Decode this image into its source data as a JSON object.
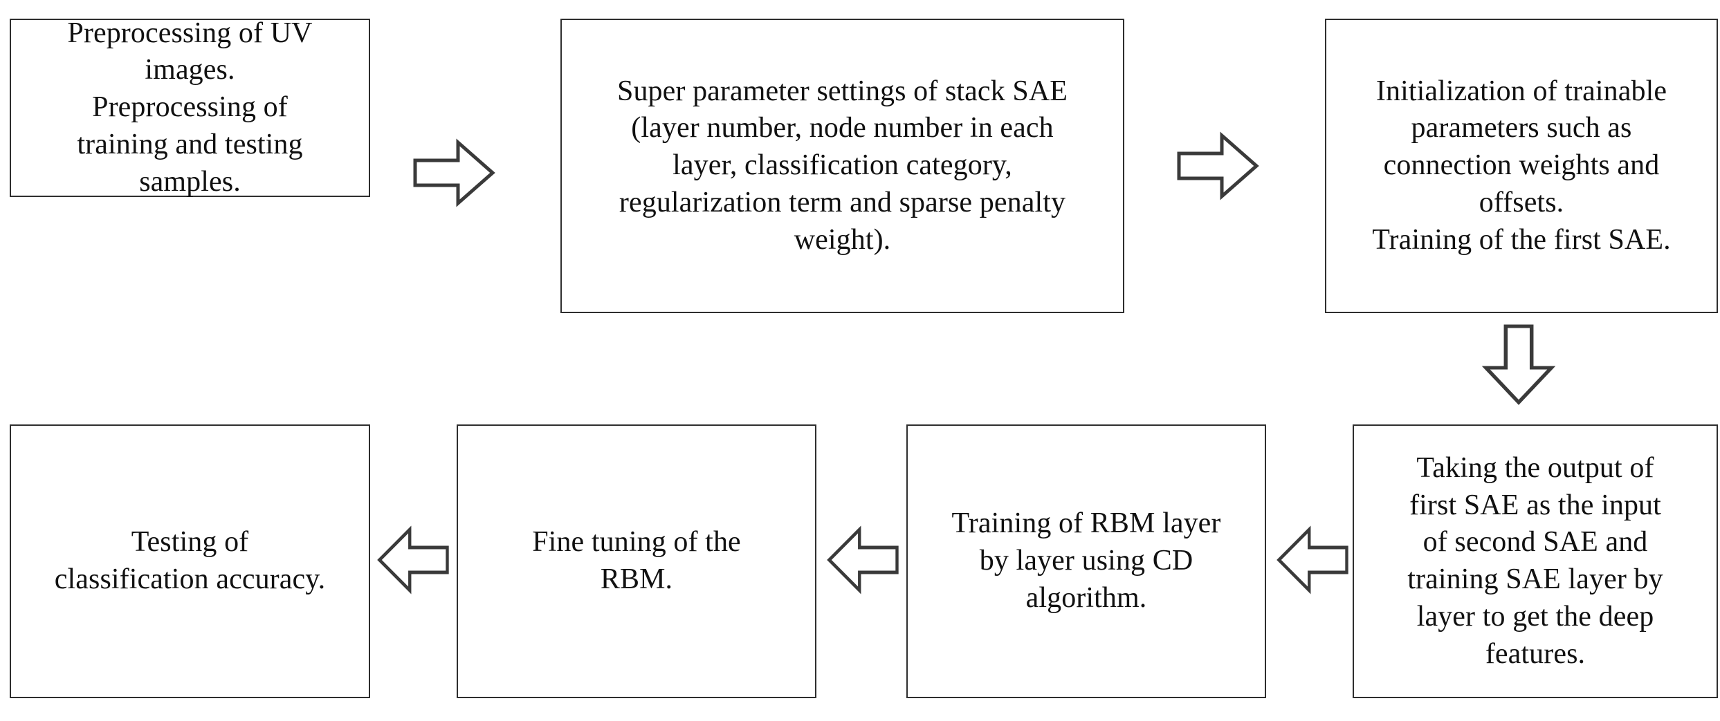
{
  "diagram": {
    "title": "Flowchart of stacked SAE and RBM deep learning procedure",
    "type": "process-flowchart",
    "background_color": "#ffffff",
    "box_border_color": "#2e2e2e",
    "arrow_stroke_color": "#3a3a3a",
    "arrow_fill_color": "#ffffff",
    "text_color": "#111111",
    "nodes": [
      {
        "id": "node-1",
        "order": 1,
        "name": "preprocessing",
        "text": "Preprocessing of UV\nimages.\nPreprocessing of\ntraining and testing\nsamples."
      },
      {
        "id": "node-2",
        "order": 2,
        "name": "super-parameter-settings",
        "text": "Super parameter settings of stack SAE\n(layer number, node number in each\nlayer, classification category,\nregularization term and sparse penalty\nweight)."
      },
      {
        "id": "node-3",
        "order": 3,
        "name": "initialization",
        "text": "Initialization of trainable\nparameters such as\nconnection weights and\noffsets.\nTraining of the first SAE."
      },
      {
        "id": "node-4",
        "order": 4,
        "name": "second-sae-training",
        "text": "Taking the output of\nfirst SAE as the input\nof second SAE and\ntraining SAE layer by\nlayer to get the deep\nfeatures."
      },
      {
        "id": "node-5",
        "order": 5,
        "name": "rbm-training",
        "text": "Training of RBM layer\nby layer using CD\nalgorithm."
      },
      {
        "id": "node-6",
        "order": 6,
        "name": "rbm-fine-tuning",
        "text": "Fine tuning of the\nRBM."
      },
      {
        "id": "node-7",
        "order": 7,
        "name": "accuracy-testing",
        "text": "Testing of\nclassification accuracy."
      }
    ],
    "connectors": [
      {
        "id": "arrow-1",
        "from": "node-1",
        "to": "node-2",
        "direction": "right"
      },
      {
        "id": "arrow-2",
        "from": "node-2",
        "to": "node-3",
        "direction": "right"
      },
      {
        "id": "arrow-3",
        "from": "node-3",
        "to": "node-4",
        "direction": "down"
      },
      {
        "id": "arrow-4",
        "from": "node-4",
        "to": "node-5",
        "direction": "left"
      },
      {
        "id": "arrow-5",
        "from": "node-5",
        "to": "node-6",
        "direction": "left"
      },
      {
        "id": "arrow-6",
        "from": "node-6",
        "to": "node-7",
        "direction": "left"
      }
    ]
  }
}
